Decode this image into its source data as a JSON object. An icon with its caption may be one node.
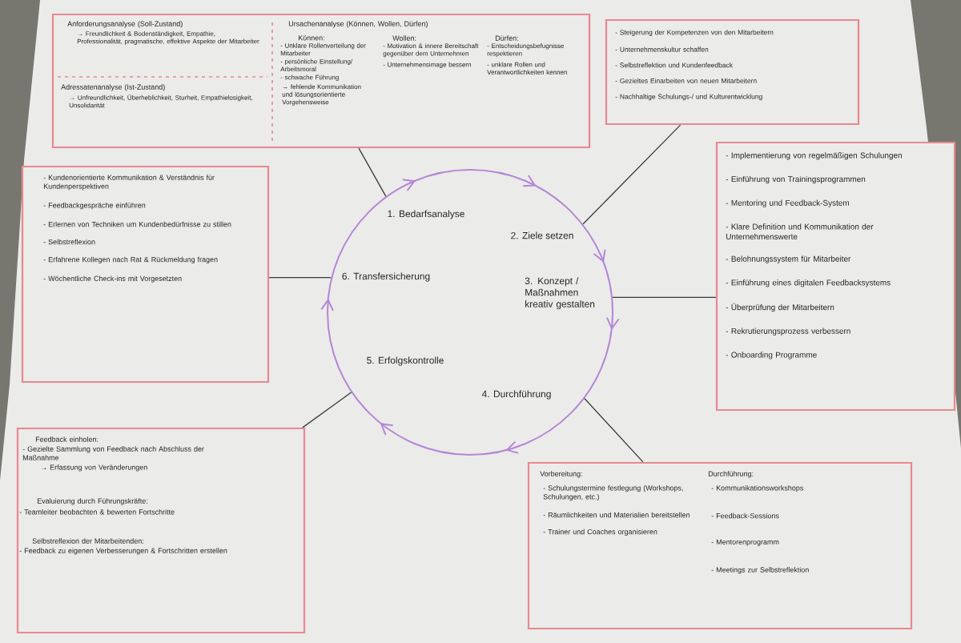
{
  "diagram": {
    "nodes": [
      {
        "text": [
          "Anforderungsanalyse (Soll-Zustand)",
          "→ Freundlichkeit & Bodenständigkeit, Empathie, Professionalität, pragmatische, effektive Aspekte der Mitarbeiter",
          "Adressatenanalyse (Ist-Zustand)",
          "→ Unfreundlichkeit, Überheblichkeit, Sturheit, Empathielosigkeit, Unsolidarität",
          "Ursachenanalyse (Können, Wollen, Dürfen)",
          "Können:",
          "- Unklare Rollenverteilung der Mitarbeiter",
          "- persönliche Einstellung/ Arbeitsmoral",
          "- schwache Führung",
          "→ fehlende Kommunikation und lösungsorientierte Vorgehensweise",
          "Wollen:",
          "- Motivation & innere Bereitschaft gegenüber dem Unternehmen",
          "- Unternehmensimage bessern",
          "Dürfen:",
          "- Entscheidungsbefugnisse respektieren",
          "- unklare Rollen und Verantwortlichkeiten kennen"
        ]
      },
      {
        "text": [
          "- Steigerung der Kompetenzen von den Mitarbeitern",
          "- Unternehmenskultur schaffen",
          "- Selbstreflektion und Kundenfeedback",
          "- Gezieltes Einarbeiten von neuen Mitarbeitern",
          "- Nachhaltige Schulungs-/ und Kulturentwicklung"
        ]
      },
      {
        "text": [
          "- Kundenorientierte Kommunikation & Verständnis für Kundenperspektiven",
          "- Feedbackgespräche einführen",
          "- Erlernen von Techniken um Kundenbedürfnisse zu stillen",
          "- Selbstreflexion",
          "- Erfahrene Kollegen nach Rat & Rückmeldung fragen",
          "- Wöchentliche Check-ins mit Vorgesetzten"
        ]
      },
      {
        "text": [
          "1. Bedarfsanalyse",
          "2. Ziele setzen",
          "3. Konzept / Maßnahmen kreativ gestalten",
          "4. Durchführung",
          "5. Erfolgskontrolle",
          "6. Transfersicherung"
        ]
      },
      {
        "text": [
          "- Implementierung von regelmäßigen Schulungen",
          "- Einführung von Trainingsprogrammen",
          "- Mentoring und Feedback-System",
          "- Klare Definition und Kommunikation der Unternehmenswerte",
          "- Belohnungssystem für Mitarbeiter",
          "- Einführung eines digitalen Feedbacksystems",
          "- Überprüfung der Mitarbeitern",
          "- Rekrutierungsprozess verbessern",
          "- Onboarding Programme"
        ]
      },
      {
        "text": [
          "Feedback einholen:",
          "- Gezielte Sammlung von Feedback nach Abschluss der Maßnahme",
          "→ Erfassung von Veränderungen",
          "Evaluierung durch Führungskräfte:",
          "- Teamleiter beobachten & bewerten Fortschritte",
          "Selbstreflexion der Mitarbeitenden:",
          "- Feedback zu eigenen Verbesserungen & Fortschritten erstellen"
        ]
      },
      {
        "text": [
          "Vorbereitung:",
          "- Schulungstermine festlegung (Workshops, Schulungen, etc.)",
          "- Räumlichkeiten und Materialien bereitstellen",
          "- Trainer und Coaches organisieren",
          "Durchführung:",
          "- Kommunikationsworkshops",
          "- Feedback-Sessions",
          "- Mentorenprogramm",
          "- Meetings zur Selbstreflektion"
        ]
      }
    ],
    "edges": [
      {
        "from": 3,
        "to": 0,
        "arrow": "none"
      },
      {
        "from": 3,
        "to": 1,
        "arrow": "none"
      },
      {
        "from": 3,
        "to": 2,
        "arrow": "none"
      },
      {
        "from": 3,
        "to": 4,
        "arrow": "none"
      },
      {
        "from": 3,
        "to": 5,
        "arrow": "none"
      },
      {
        "from": 3,
        "to": 6,
        "arrow": "none"
      }
    ]
  }
}
